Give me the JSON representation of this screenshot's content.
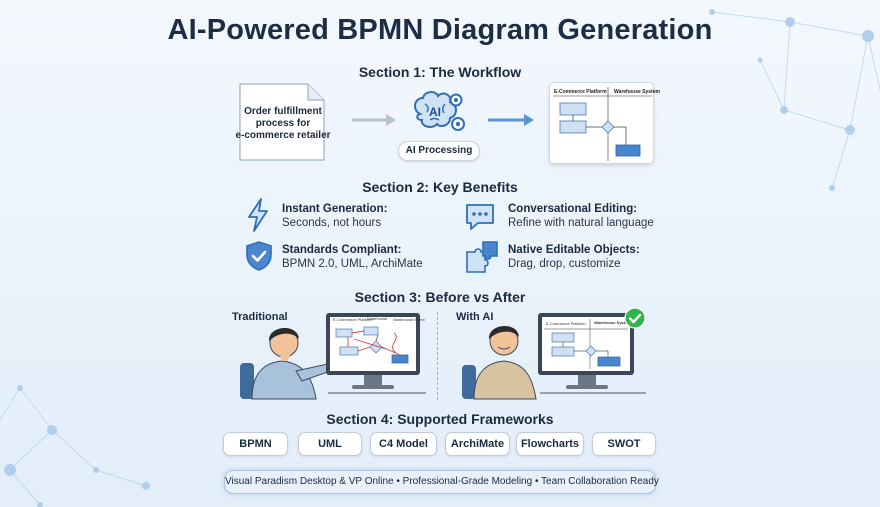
{
  "title": "AI-Powered BPMN Diagram Generation",
  "section1": {
    "heading": "Section 1: The Workflow",
    "input_lines": [
      "Order fulfillment",
      "process for",
      "e-commerce retailer"
    ],
    "ai_label": "AI",
    "ai_caption": "AI Processing",
    "lane_left": "E-Commerce Platform",
    "lane_right": "Warehouse System"
  },
  "section2": {
    "heading": "Section 2: Key Benefits",
    "benefits": [
      {
        "title": "Instant Generation:",
        "desc": "Seconds, not hours",
        "icon": "lightning-icon"
      },
      {
        "title": "Conversational Editing:",
        "desc": "Refine with natural language",
        "icon": "chat-bubble-icon"
      },
      {
        "title": "Standards Compliant:",
        "desc": "BPMN 2.0, UML, ArchiMate",
        "icon": "shield-check-icon"
      },
      {
        "title": "Native Editable Objects:",
        "desc": "Drag, drop, customize",
        "icon": "puzzle-icon"
      }
    ]
  },
  "section3": {
    "heading": "Section 3: Before vs After",
    "left_label": "Traditional",
    "right_label": "With AI",
    "left_screen": [
      "E-Commerce Platform",
      "Warehouse",
      "Warehouse Event"
    ],
    "right_screen": [
      "E-Commerce Platform",
      "Warehouse System"
    ]
  },
  "section4": {
    "heading": "Section 4: Supported Frameworks",
    "frameworks": [
      "BPMN",
      "UML",
      "C4 Model",
      "ArchiMate",
      "Flowcharts",
      "SWOT"
    ]
  },
  "footer": "Visual Paradism Desktop & VP Online • Professional-Grade Modeling • Team Collaboration Ready",
  "colors": {
    "accent": "#3b78c4",
    "check": "#2fb34a",
    "text": "#1b2a3f"
  }
}
